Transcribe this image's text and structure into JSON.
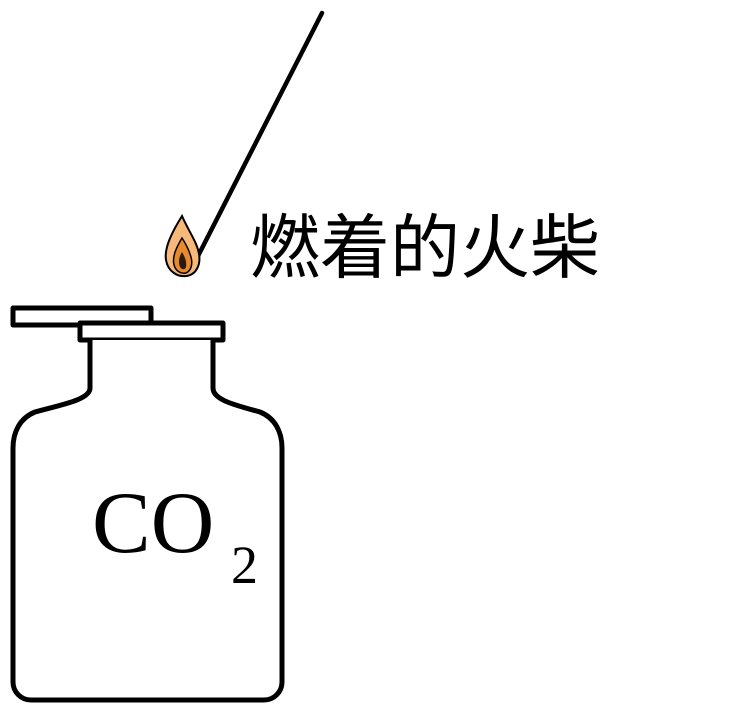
{
  "labels": {
    "match": "燃着的火柴"
  },
  "bottle": {
    "gas_formula": "CO",
    "gas_subscript": "2"
  },
  "colors": {
    "outline": "#000000",
    "flame_outer": "#f7b97a",
    "flame_inner": "#e8892e",
    "flame_core": "#2a1a0e"
  }
}
